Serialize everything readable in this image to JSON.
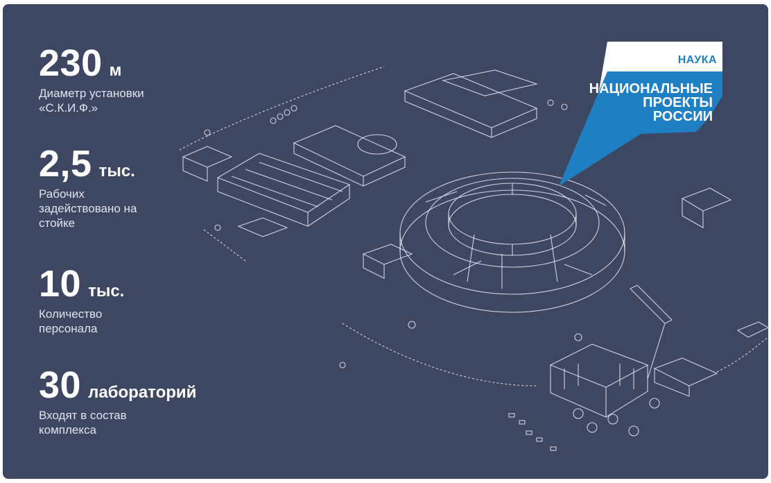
{
  "stats": [
    {
      "value": "230",
      "unit": "м",
      "description": "Диаметр установки «С.К.И.Ф.»"
    },
    {
      "value": "2,5",
      "unit": "тыс.",
      "description": "Рабочих задействовано на стойке"
    },
    {
      "value": "10",
      "unit": "тыс.",
      "description": "Количество персонала"
    },
    {
      "value": "30",
      "unit": "лабораторий",
      "description": "Входят в состав комплекса"
    }
  ],
  "badge": {
    "category": "НАУКА",
    "title_lines": [
      "НАЦИОНАЛЬНЫЕ",
      "ПРОЕКТЫ",
      "РОССИИ"
    ],
    "colors": {
      "white": "#ffffff",
      "blue": "#1e7fc2"
    }
  },
  "colors": {
    "background": "#3d4762",
    "line": "#e8edf7"
  }
}
